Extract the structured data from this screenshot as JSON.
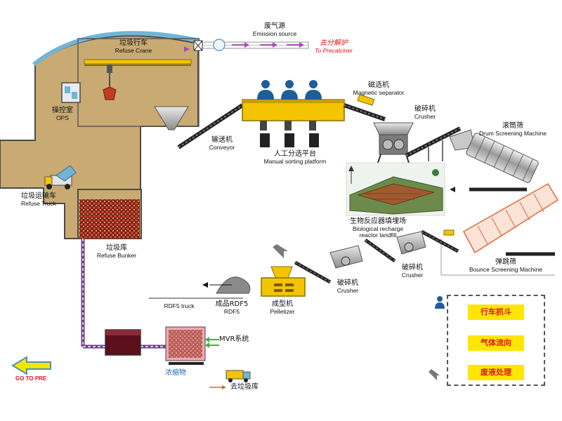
{
  "labels": {
    "emission_zh": "废气源",
    "emission_en": "Emission source",
    "precalciner_zh": "去分解炉",
    "precalciner_en": "To Precalciner",
    "crane_zh": "垃圾行车",
    "crane_en": "Refuse Crane",
    "ops_zh": "操控室",
    "ops_en": "OPS",
    "truck_zh": "垃圾运输车",
    "truck_en": "Refuse Truck",
    "bunker_zh": "垃圾库",
    "bunker_en": "Refuse Bunker",
    "conveyor_zh": "输送机",
    "conveyor_en": "Conveyor",
    "manual_zh": "人工分选平台",
    "manual_en": "Manual sorting platform",
    "magnetic_zh": "磁选机",
    "magnetic_en": "Magnetic separator",
    "crusher1_zh": "破碎机",
    "crusher1_en": "Crusher",
    "drum_zh": "滚筒筛",
    "drum_en": "Drum Screening Machine",
    "bio_zh": "生物反应器填埋场",
    "bio_en1": "Biological recharge",
    "bio_en2": "reactor  landfill",
    "bounce_zh": "弹跳筛",
    "bounce_en": "Bounce Screening Machine",
    "crusher2_zh": "破碎机",
    "crusher2_en": "Crusher",
    "crusher3_zh": "破碎机",
    "crusher3_en": "Crusher",
    "pelletizer_zh": "成型机",
    "pelletizer_en": "Pelletizer",
    "rdf5_zh": "成品RDF5",
    "rdf5_en": "RDF5",
    "rdf5_truck": "RDF5 truck",
    "mvr": "MVR系统",
    "concentrate": "浓缩物",
    "to_bunker": "去垃圾库",
    "goto_pre": "GO TO PRE"
  },
  "legend": {
    "items": [
      "行车抓斗",
      "气体流向",
      "废液处理"
    ]
  },
  "colors": {
    "building_fill": "#c8aa72",
    "building_stroke": "#4a4a4a",
    "roof": "#6fb6d8",
    "platform": "#f5c400",
    "machine_yellow": "#f5c400",
    "conveyor": "#2a2a2a",
    "pipe_purple": "#6a3d8a",
    "flow_arrow": "#a44db5",
    "waste_red": "#b5382b",
    "legend_fill": "#ffe600",
    "legend_text": "#e0141b",
    "accent_red": "#e0141b"
  },
  "icons": [
    "person-icon",
    "pointer-arrow-icon",
    "go-back-arrow-icon",
    "truck-icon"
  ]
}
